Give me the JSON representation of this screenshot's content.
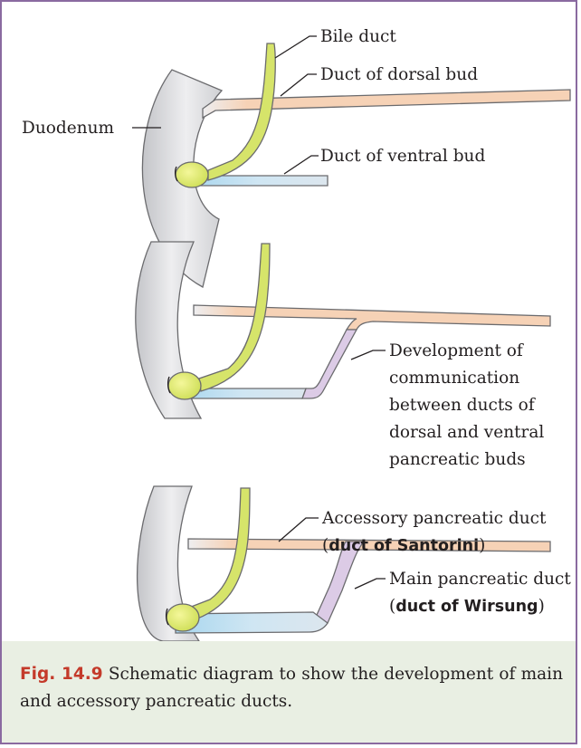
{
  "panels": [
    {
      "labels": {
        "bile_duct": "Bile duct",
        "duct_dorsal_bud": "Duct of dorsal bud",
        "duodenum": "Duodenum",
        "duct_ventral_bud": "Duct of ventral bud"
      }
    },
    {
      "labels": {
        "line1": "Development of",
        "line2": "communication",
        "line3": "between ducts of",
        "line4": "dorsal and ventral",
        "line5": "pancreatic buds"
      }
    },
    {
      "labels": {
        "accessory_duct": "Accessory pancreatic duct",
        "accessory_open": "(",
        "accessory_name": "duct of Santorini",
        "accessory_close": ")",
        "main_duct": "Main pancreatic duct",
        "main_open": "(",
        "main_name": "duct of Wirsung",
        "main_close": ")"
      }
    }
  ],
  "caption": {
    "fig_label": "Fig. 14.9",
    "text": " Schematic diagram to show the development of main and accessory pancreatic ducts."
  },
  "colors": {
    "border": "#8a6aa0",
    "caption_bg": "#e9efe3",
    "fig_label": "#c43a2a",
    "bile_duct": "#d6e46a",
    "dorsal_duct": "#f6d2b6",
    "ventral_duct": "#cfe6f3",
    "communication": "#dccbe6",
    "duodenum": "#d9d9db"
  }
}
